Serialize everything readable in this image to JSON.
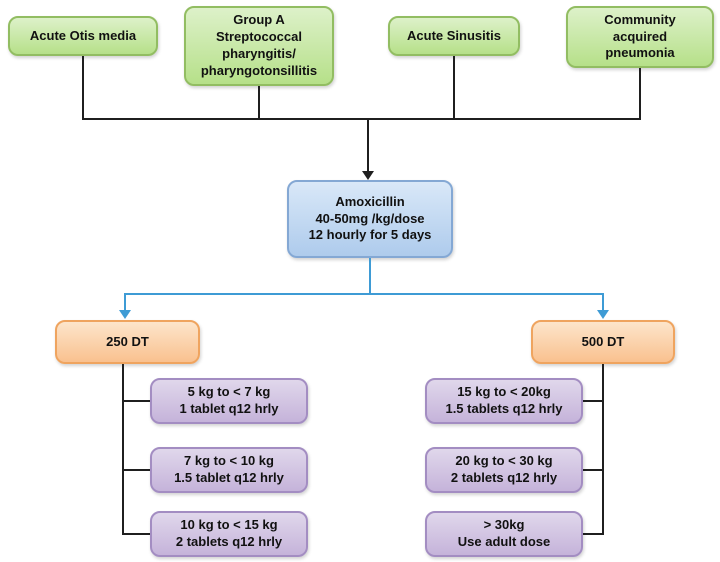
{
  "palette": {
    "condition_fill": "#c5e79f",
    "condition_border": "#92bd62",
    "drug_fill": "#bcd5ee",
    "drug_border": "#84a8d4",
    "branch_fill": "#fbd0a4",
    "branch_border": "#efa45f",
    "dose_fill": "#cfc0de",
    "dose_border": "#a38dc2",
    "connector_black": "#1f1f1f",
    "connector_blue": "#3e9bd5"
  },
  "nodes": {
    "conditions": [
      {
        "label": "Acute Otis media"
      },
      {
        "label": "Group A\nStreptococcal\npharyngitis/\npharyngotonsillitis"
      },
      {
        "label": "Acute Sinusitis"
      },
      {
        "label": "Community\nacquired\npneumonia"
      }
    ],
    "drug": {
      "label": "Amoxicillin\n40-50mg /kg/dose\n12 hourly for 5 days"
    },
    "left_branch": {
      "label": "250 DT",
      "doses": [
        {
          "label": "5 kg to < 7 kg\n1 tablet q12 hrly"
        },
        {
          "label": "7 kg to < 10 kg\n1.5 tablet q12 hrly"
        },
        {
          "label": "10 kg to < 15 kg\n2 tablets q12 hrly"
        }
      ]
    },
    "right_branch": {
      "label": "500 DT",
      "doses": [
        {
          "label": "15 kg to < 20kg\n1.5 tablets q12 hrly"
        },
        {
          "label": "20 kg to < 30 kg\n2 tablets q12 hrly"
        },
        {
          "label": "> 30kg\nUse adult dose"
        }
      ]
    }
  }
}
